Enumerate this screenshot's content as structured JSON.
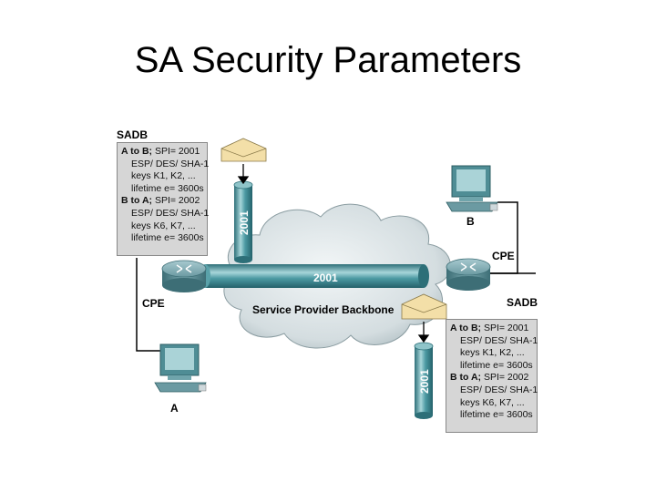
{
  "title": "SA Security Parameters",
  "labels": {
    "sadb_left": "SADB",
    "sadb_right": "SADB",
    "cpe_left": "CPE",
    "cpe_right": "CPE",
    "host_a": "A",
    "host_b": "B",
    "tunnel": "2001",
    "pipe_left": "2001",
    "pipe_right": "2001",
    "backbone": "Service Provider Backbone"
  },
  "sadb_entries": [
    {
      "dir": "A to B;",
      "spi": " SPI= 2001",
      "l1": "ESP/ DES/ SHA-1",
      "l2": "keys K1, K2, ...",
      "l3": "lifetime e= 3600s"
    },
    {
      "dir": "B to A;",
      "spi": " SPI= 2002",
      "l1": "ESP/ DES/ SHA-1",
      "l2": "keys K6, K7, ...",
      "l3": "lifetime e= 3600s"
    }
  ],
  "colors": {
    "cloud": "#cfd9dc",
    "teal": "#3f8a93",
    "teal_light": "#8fc4c9",
    "envelope": "#f3dfa8",
    "box": "#d6d6d6"
  },
  "icons": [
    "envelope-icon",
    "router-icon",
    "computer-icon",
    "cloud-icon"
  ]
}
